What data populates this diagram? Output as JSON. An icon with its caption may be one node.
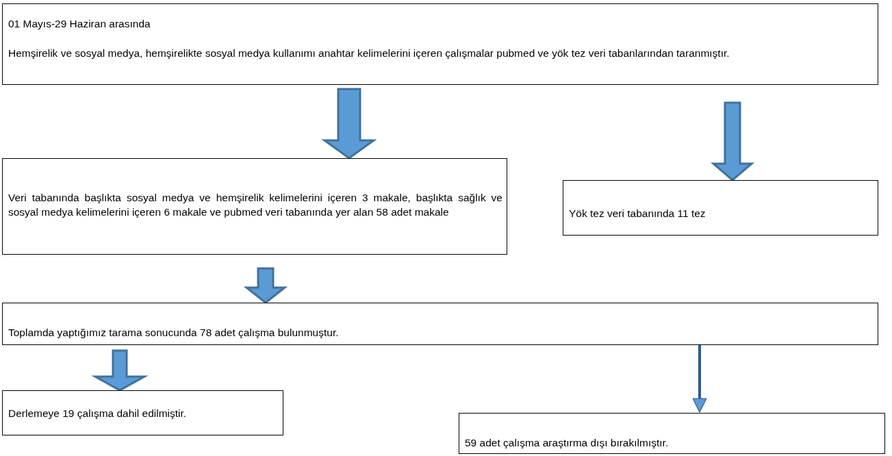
{
  "diagram": {
    "nodes": [
      {
        "text": [
          "01 Mayıs-29 Haziran arasında",
          "Hemşirelik ve sosyal medya, hemşirelikte sosyal medya kullanımı anahtar kelimelerini içeren çalışmalar pubmed ve yök tez veri tabanlarından taranmıştır."
        ]
      },
      {
        "text": [
          "Veri tabanında başlıkta sosyal medya ve hemşirelik kelimelerini içeren 3 makale, başlıkta sağlık ve sosyal medya kelimelerini içeren 6 makale ve pubmed veri tabanında yer alan 58 adet makale"
        ]
      },
      {
        "text": [
          "Yök tez veri tabanında 11 tez"
        ]
      },
      {
        "text": [
          "Toplamda yaptığımız tarama sonucunda 78 adet çalışma bulunmuştur."
        ]
      },
      {
        "text": [
          "Derlemeye 19 çalışma dahil edilmiştir."
        ]
      },
      {
        "text": [
          "59 adet çalışma araştırma dışı bırakılmıştır."
        ]
      }
    ],
    "edges": [
      {
        "from": 0,
        "to": 1,
        "arrow": "to"
      },
      {
        "from": 0,
        "to": 2,
        "arrow": "to"
      },
      {
        "from": 1,
        "to": 3,
        "arrow": "to"
      },
      {
        "from": 3,
        "to": 4,
        "arrow": "to"
      },
      {
        "from": 3,
        "to": 5,
        "arrow": "to",
        "color": "#2e5c8a"
      }
    ]
  }
}
